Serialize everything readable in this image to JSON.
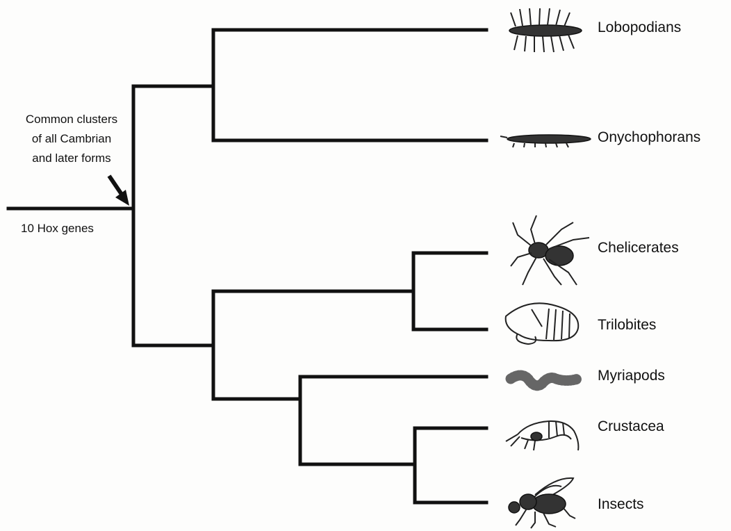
{
  "annotation": {
    "lines": [
      "Common clusters",
      "of all Cambrian",
      "and later forms"
    ],
    "root_label": "10 Hox genes"
  },
  "taxa": [
    {
      "name": "Lobopodians",
      "icon": "lobopodian-icon"
    },
    {
      "name": "Onychophorans",
      "icon": "onychophoran-icon"
    },
    {
      "name": "Chelicerates",
      "icon": "spider-icon"
    },
    {
      "name": "Trilobites",
      "icon": "trilobite-icon"
    },
    {
      "name": "Myriapods",
      "icon": "centipede-icon"
    },
    {
      "name": "Crustacea",
      "icon": "shrimp-icon"
    },
    {
      "name": "Insects",
      "icon": "fly-icon"
    }
  ]
}
